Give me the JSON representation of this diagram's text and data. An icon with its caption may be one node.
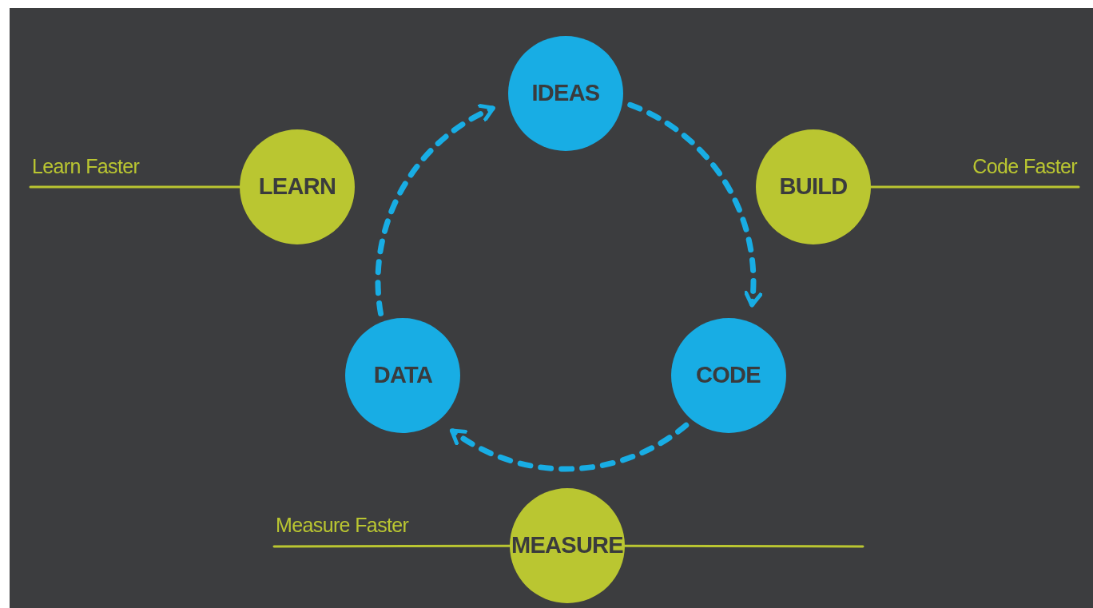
{
  "diagram": {
    "nodes": [
      {
        "text": [
          "IDEAS"
        ]
      },
      {
        "text": [
          "LEARN"
        ]
      },
      {
        "text": [
          "BUILD"
        ]
      },
      {
        "text": [
          "DATA"
        ]
      },
      {
        "text": [
          "CODE"
        ]
      },
      {
        "text": [
          "MEASURE"
        ]
      }
    ],
    "edges": [
      {
        "from": 0,
        "to": 4,
        "arrow": "to",
        "style": "dashed",
        "color": "#18ade4"
      },
      {
        "from": 4,
        "to": 3,
        "arrow": "to",
        "style": "dashed",
        "color": "#18ade4"
      },
      {
        "from": 3,
        "to": 0,
        "arrow": "to",
        "style": "dashed",
        "color": "#18ade4"
      },
      {
        "from": 1,
        "to": null,
        "arrow": "none",
        "label": "Learn Faster",
        "color": "#bac631"
      },
      {
        "from": 2,
        "to": null,
        "arrow": "none",
        "label": "Code Faster",
        "color": "#bac631"
      },
      {
        "from": 5,
        "to": null,
        "arrow": "none",
        "label": "Measure Faster",
        "color": "#bac631"
      },
      {
        "from": 5,
        "to": null,
        "arrow": "none",
        "color": "#bac631"
      }
    ]
  }
}
